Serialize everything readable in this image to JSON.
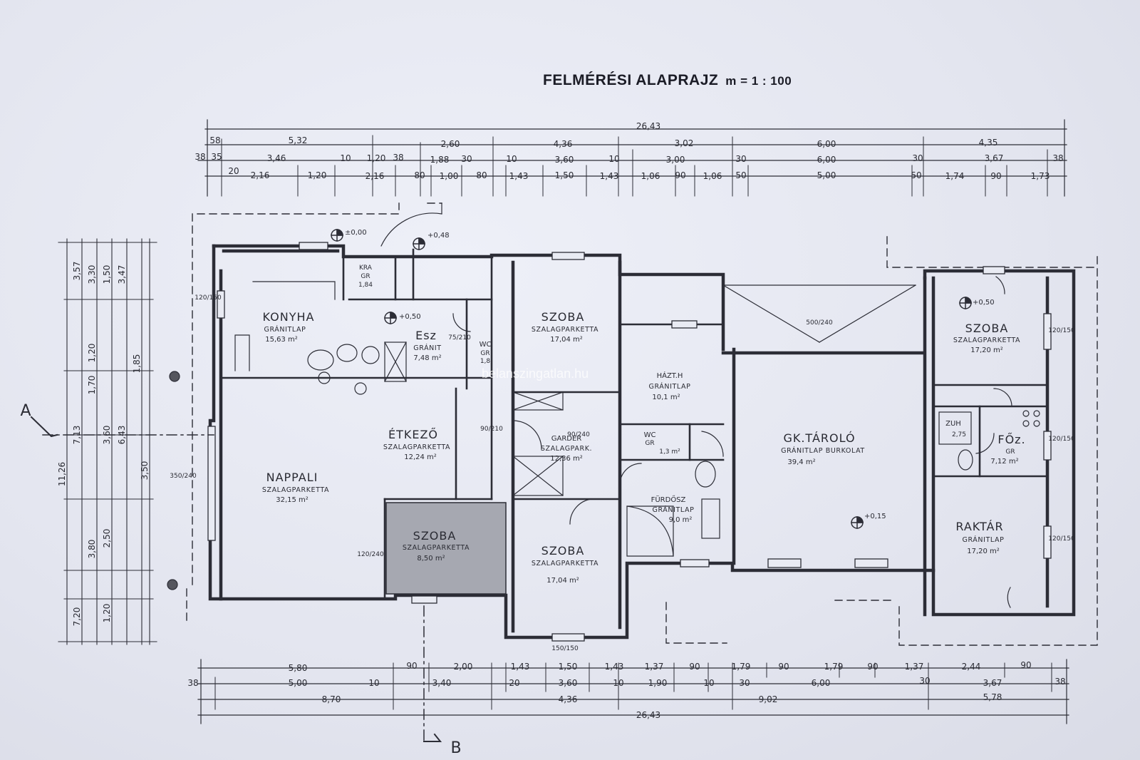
{
  "title": "FELMÉRÉSI  ALAPRAJZ",
  "scale": "m = 1 : 100",
  "watermark": "belanszingatlan.hu",
  "section_markers": {
    "a": "A",
    "b": "B"
  },
  "rooms": {
    "konyha": {
      "name": "KONYHA",
      "floor": "GRÁNITLAP",
      "area": "15,63 m²"
    },
    "kra": {
      "name": "KRA",
      "floor": "GR",
      "area": "1,84"
    },
    "esz": {
      "name": "Esz",
      "floor": "GRÁNIT",
      "area": "7,48 m²"
    },
    "wc1": {
      "name": "WC",
      "floor": "GR",
      "area": "1,8"
    },
    "szoba_n": {
      "name": "SZOBA",
      "floor": "SZALAGPARKETTA",
      "area": "17,04 m²"
    },
    "hazth": {
      "name": "HÁZT.H",
      "floor": "GRÁNITLAP",
      "area": "10,1 m²"
    },
    "etkezo": {
      "name": "ÉTKEZŐ",
      "floor": "SZALAGPARKETTA",
      "area": "12,24 m²"
    },
    "garder": {
      "name": "GARDER",
      "floor": "SZALAGPARK.",
      "area": "12,36 m²"
    },
    "wc2": {
      "name": "WC",
      "floor": "GR",
      "area": "1,3 m²"
    },
    "nappali": {
      "name": "NAPPALI",
      "floor": "SZALAGPARKETTA",
      "area": "32,15 m²"
    },
    "szoba_sw": {
      "name": "SZOBA",
      "floor": "SZALAGPARKETTA",
      "area": "8,50 m²"
    },
    "szoba_s": {
      "name": "SZOBA",
      "floor": "SZALAGPARKETTA",
      "area": "17,04 m²"
    },
    "furdo": {
      "name": "FÜRDŐSZ",
      "floor": "GRÁNITLAP",
      "area": "9,0 m²"
    },
    "taroló": {
      "name": "GK.TÁROLÓ",
      "floor": "GRÁNITLAP BURKOLAT",
      "area": "39,4 m²"
    },
    "szoba_e": {
      "name": "SZOBA",
      "floor": "SZALAGPARKETTA",
      "area": "17,20 m²"
    },
    "zuh": {
      "name": "ZUH",
      "area": "2,75"
    },
    "foz": {
      "name": "FŐz.",
      "floor": "GR",
      "area": "7,12 m²"
    },
    "raktar": {
      "name": "RAKTÁR",
      "floor": "GRÁNITLAP",
      "area": "17,20 m²"
    }
  },
  "levels": [
    "±0,00",
    "+0,48",
    "+0,50",
    "+0,15",
    "+0,50"
  ],
  "dims_top": {
    "total": "26,43",
    "row1": [
      "58",
      "5,32",
      "2,60",
      "4,36",
      "3,02",
      "6,00",
      "4,35"
    ],
    "row2": [
      "38",
      "35",
      "3,46",
      "10",
      "1,20",
      "38",
      "1,88",
      "30",
      "10",
      "3,60",
      "10",
      "3,00",
      "30",
      "6,00",
      "30",
      "3,67",
      "38"
    ],
    "row3": [
      "20",
      "2,16",
      "1,20",
      "2,16",
      "80",
      "1,00",
      "80",
      "1,43",
      "1,50",
      "1,43",
      "1,06",
      "90",
      "1,06",
      "50",
      "5,00",
      "50",
      "1,74",
      "90",
      "1,73"
    ]
  },
  "dims_bottom": {
    "row1": [
      "5,80",
      "90",
      "2,00",
      "1,43",
      "1,50",
      "1,43",
      "1,37",
      "90",
      "1,79",
      "90",
      "1,79",
      "90",
      "1,37",
      "2,44",
      "90"
    ],
    "row2": [
      "38",
      "5,00",
      "10",
      "3,40",
      "20",
      "3,60",
      "10",
      "1,90",
      "10",
      "30",
      "6,00",
      "30",
      "3,67",
      "38"
    ],
    "row3": [
      "8,70",
      "4,36",
      "9,02",
      "5,78"
    ],
    "total": "26,43"
  },
  "dims_left": [
    "3,57",
    "3,30",
    "3,47",
    "1,20",
    "1,70",
    "7,13",
    "3,60",
    "6,43",
    "3,50",
    "11,26",
    "3,80",
    "2,50",
    "1,20",
    "7,20",
    "1,85",
    "1,50"
  ],
  "openings": [
    "120/150",
    "350/240",
    "120/240",
    "90/210",
    "75/210",
    "500/240",
    "90/240",
    "120/150",
    "120/150",
    "120/150",
    "150/150"
  ]
}
